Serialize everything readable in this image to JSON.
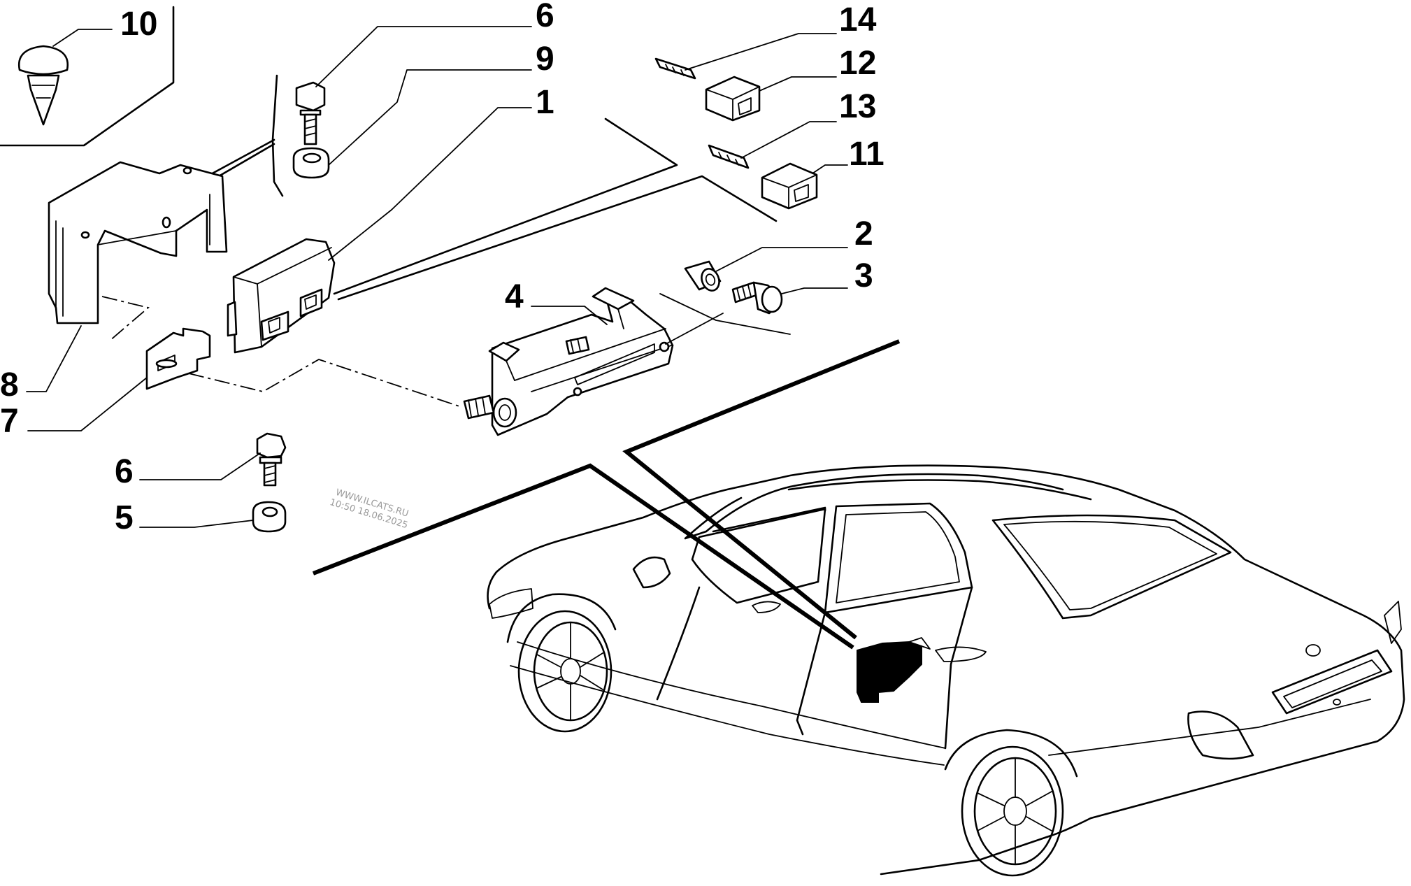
{
  "callouts": [
    {
      "id": "10",
      "label": "10"
    },
    {
      "id": "6a",
      "label": "6"
    },
    {
      "id": "9",
      "label": "9"
    },
    {
      "id": "1",
      "label": "1"
    },
    {
      "id": "14",
      "label": "14"
    },
    {
      "id": "12",
      "label": "12"
    },
    {
      "id": "13",
      "label": "13"
    },
    {
      "id": "11",
      "label": "11"
    },
    {
      "id": "2",
      "label": "2"
    },
    {
      "id": "3",
      "label": "3"
    },
    {
      "id": "4",
      "label": "4"
    },
    {
      "id": "8",
      "label": "8"
    },
    {
      "id": "7",
      "label": "7"
    },
    {
      "id": "6b",
      "label": "6"
    },
    {
      "id": "5",
      "label": "5"
    }
  ],
  "watermark": {
    "site": "WWW.ILCATS.RU",
    "timestamp": "10:50 18.06.2025"
  }
}
